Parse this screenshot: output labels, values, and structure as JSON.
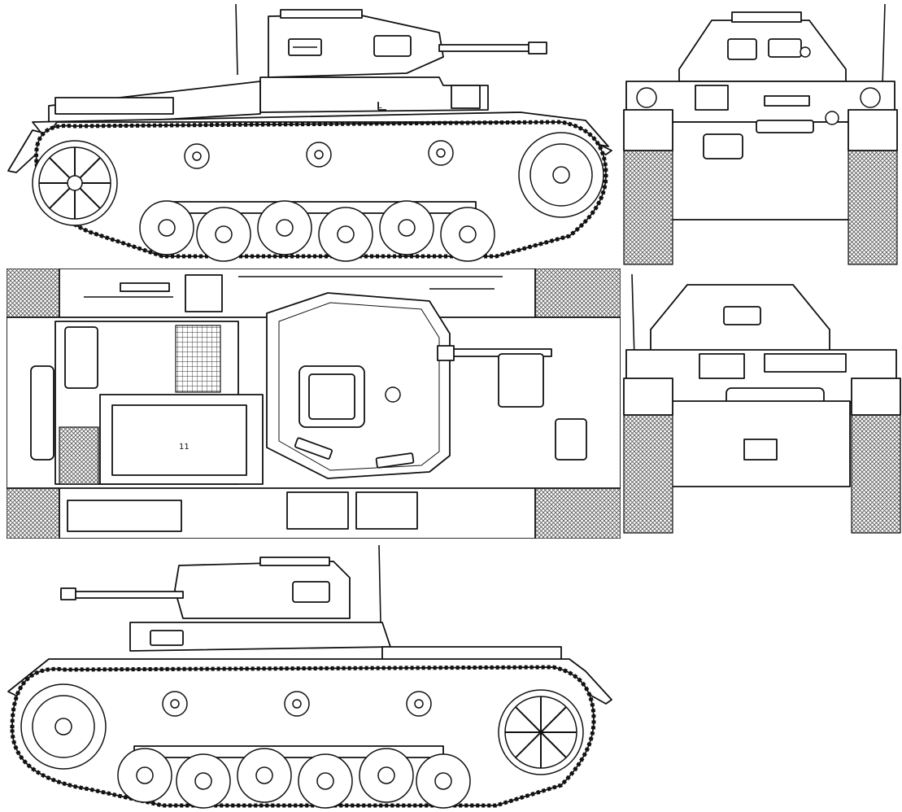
{
  "drawing": {
    "views": [
      "left-side",
      "front",
      "top",
      "rear",
      "right-side"
    ],
    "colors": {
      "line": "#111111",
      "paper": "#ffffff",
      "track-tread": "#9a9a9a"
    },
    "markings": {
      "turret_hatch_letter": "L",
      "rear_plate_mark": "11"
    }
  }
}
